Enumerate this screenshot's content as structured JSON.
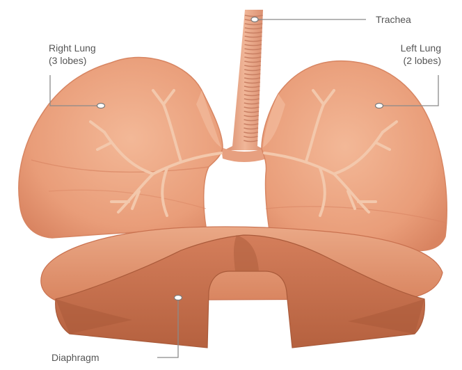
{
  "labels": {
    "trachea": "Trachea",
    "right_lung_line1": "Right Lung",
    "right_lung_line2": "(3 lobes)",
    "left_lung_line1": "Left Lung",
    "left_lung_line2": "(2 lobes)",
    "diaphragm": "Diaphragm"
  },
  "colors": {
    "lung_fill": "#eaa17e",
    "lung_shadow": "#d9825e",
    "lung_light": "#f6c3a6",
    "branch": "#f3c8ac",
    "trachea_fill": "#e8a183",
    "trachea_ring": "#c97f63",
    "diaphragm_top": "#e49a76",
    "diaphragm_body": "#c46d4c",
    "diaphragm_dark": "#a85737",
    "leader_line": "#8a8a8a"
  }
}
